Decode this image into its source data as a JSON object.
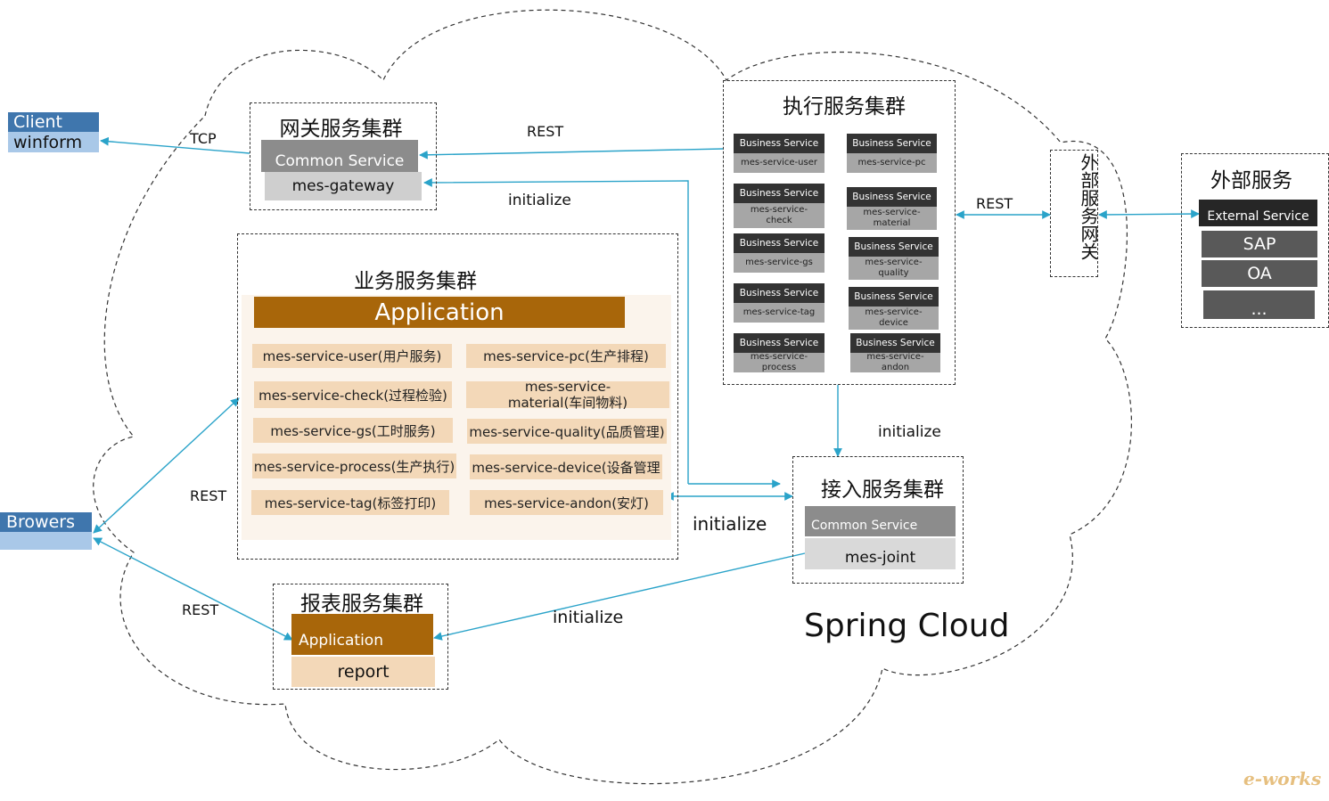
{
  "client": {
    "line1": "Client",
    "line2": "winform"
  },
  "browser": {
    "label": "Browers"
  },
  "gateway_cluster": {
    "title": "网关服务集群",
    "common": "Common Service",
    "item": "mes-gateway"
  },
  "exec_cluster": {
    "title": "执行服务集群",
    "header": "Business  Service",
    "services": [
      "mes-service-user",
      "mes-service-pc",
      "mes-service-check",
      "mes-service-material",
      "mes-service-gs",
      "mes-service-quality",
      "mes-service-tag",
      "mes-service-device",
      "mes-service-process",
      "mes-service-andon"
    ]
  },
  "external_gateway": {
    "label": "外部服务网关"
  },
  "external_cluster": {
    "title": "外部服务",
    "header": "External Service",
    "items": [
      "SAP",
      "OA",
      "..."
    ]
  },
  "business_cluster": {
    "title": "业务服务集群",
    "app": "Application",
    "services": [
      "mes-service-user(用户服务)",
      "mes-service-pc(生产排程)",
      "mes-service-check(过程检验)",
      "mes-service-material(车间物料)",
      "mes-service-gs(工时服务)",
      "mes-service-quality(品质管理)",
      "mes-service-process(生产执行)",
      "mes-service-device(设备管理",
      "mes-service-tag(标签打印)",
      "mes-service-andon(安灯)"
    ]
  },
  "access_cluster": {
    "title": "接入服务集群",
    "common": "Common Service",
    "item": "mes-joint"
  },
  "report_cluster": {
    "title": "报表服务集群",
    "app": "Application",
    "item": "report"
  },
  "edges": {
    "tcp": "TCP",
    "rest_gateway": "REST",
    "init_gateway": "initialize",
    "rest_external": "REST",
    "init_exec": "initialize",
    "rest_browser_biz": "REST",
    "init_biz": "initialize",
    "rest_browser_report": "REST",
    "init_report": "initialize"
  },
  "platform": "Spring Cloud",
  "watermark": "e-works",
  "colors": {
    "client_dark": "#3f76ad",
    "client_light": "#a9c8e8",
    "app_brown": "#a8660a",
    "biz_light": "#f3d8b8",
    "edge": "#2aa3c9"
  }
}
